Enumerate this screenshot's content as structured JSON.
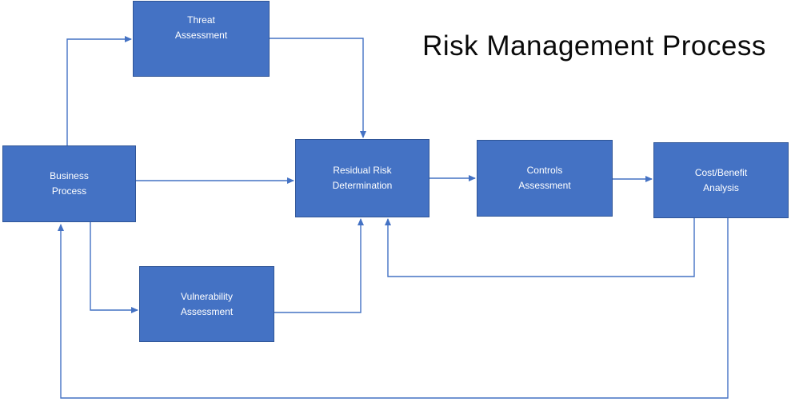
{
  "title": "Risk Management Process",
  "colors": {
    "background": "#FFFFFF",
    "node_fill": "#4472C4",
    "node_border": "#2F5597",
    "node_text": "#FFFFFF",
    "connector": "#4472C4",
    "title_text": "#0A0A0A"
  },
  "nodes": {
    "threat": {
      "label": "Threat\nAssessment"
    },
    "business": {
      "label": "Business\nProcess"
    },
    "residual": {
      "label": "Residual Risk\nDetermination"
    },
    "controls": {
      "label": "Controls\nAssessment"
    },
    "cost_benefit": {
      "label": "Cost/Benefit\nAnalysis"
    },
    "vulnerability": {
      "label": "Vulnerability\nAssessment"
    }
  },
  "edges": [
    {
      "from": "business",
      "to": "threat"
    },
    {
      "from": "threat",
      "to": "residual"
    },
    {
      "from": "business",
      "to": "residual"
    },
    {
      "from": "business",
      "to": "vulnerability"
    },
    {
      "from": "vulnerability",
      "to": "residual"
    },
    {
      "from": "residual",
      "to": "controls"
    },
    {
      "from": "controls",
      "to": "cost_benefit"
    },
    {
      "from": "cost_benefit",
      "to": "residual"
    },
    {
      "from": "cost_benefit",
      "to": "business"
    }
  ]
}
